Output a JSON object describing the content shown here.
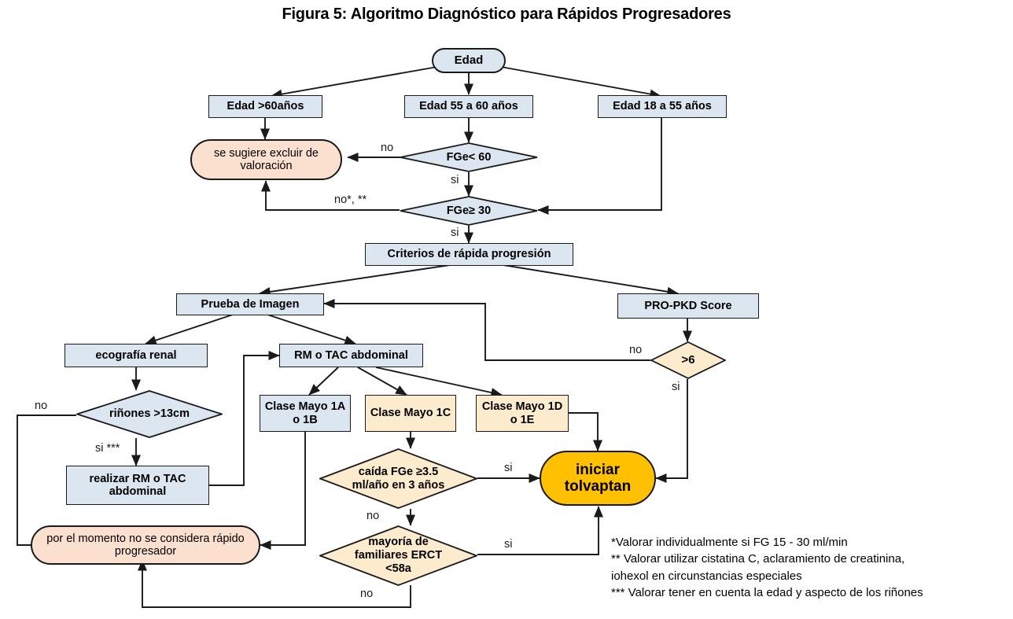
{
  "title": "Figura 5: Algoritmo Diagnóstico para Rápidos Progresadores",
  "colors": {
    "blue_fill": "#DCE6F1",
    "cream_fill": "#FDEBCD",
    "pink_fill": "#FBE0D0",
    "orange_fill": "#FFC000",
    "stroke": "#1A1A1A"
  },
  "nodes": {
    "edad": "Edad",
    "edad_mayor_60": "Edad >60años",
    "edad_55_60": "Edad 55 a 60 años",
    "edad_18_55": "Edad 18 a 55 años",
    "excluir": "se sugiere excluir  de valoración",
    "fge_menor_60": "FGe< 60",
    "fge_mayor_30": "FGe≥ 30",
    "criterios": "Criterios de rápida progresión",
    "prueba_imagen": "Prueba de Imagen",
    "propkd": "PRO-PKD Score",
    "ecografia": "ecografía renal",
    "rm_tac": "RM o TAC abdominal",
    "score_mayor_6": ">6",
    "rinones": "riñones >13cm",
    "clase_1a_1b": "Clase Mayo 1A o 1B",
    "clase_1c": "Clase Mayo 1C",
    "clase_1d_1e": "Clase Mayo 1D o 1E",
    "realizar_rm_tac": "realizar RM o TAC abdominal",
    "caida_fge": "caída FGe ≥3.5 ml/año en 3 años",
    "no_progresador": "por el momento no se considera rápido progresador",
    "mayoria_familiares": "mayoría de familiares ERCT <58a",
    "iniciar_tolvaptan": "iniciar tolvaptan"
  },
  "edge_labels": {
    "no_fge60": "no",
    "si_fge60": "si",
    "no_fge30": "no*, **",
    "si_fge30": "si",
    "no_score6": "no",
    "si_score6": "si",
    "no_rinones": "no",
    "si_rinones": "si ***",
    "si_caida": "si",
    "no_caida": "no",
    "si_mayoria": "si",
    "no_mayoria": "no"
  },
  "footnotes": "*Valorar individualmente  si FG 15 - 30 ml/min\n** Valorar utilizar cistatina C, aclaramiento de creatinina,\niohexol en circunstancias especiales\n*** Valorar tener en cuenta la edad y aspecto de los riñones"
}
